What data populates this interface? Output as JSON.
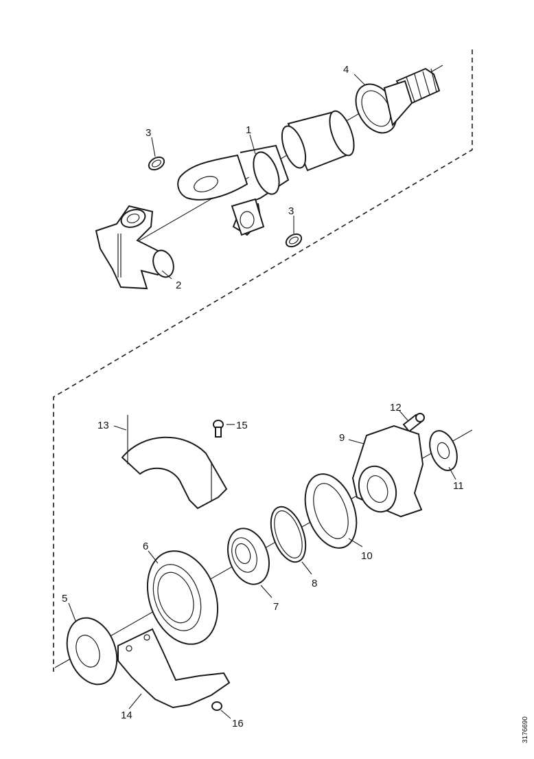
{
  "labels": {
    "p1": "1",
    "p2": "2",
    "p3a": "3",
    "p3b": "3",
    "p4": "4",
    "p5": "5",
    "p6": "6",
    "p7": "7",
    "p8": "8",
    "p9": "9",
    "p10": "10",
    "p11": "11",
    "p12": "12",
    "p13": "13",
    "p14": "14",
    "p15": "15",
    "p16": "16"
  },
  "figure_ref": "3176690"
}
